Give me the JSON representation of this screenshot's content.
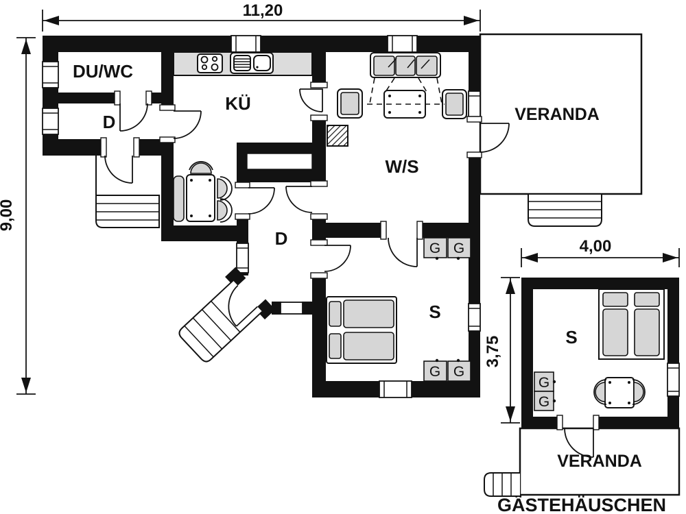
{
  "colors": {
    "wall": "#121212",
    "line": "#121212",
    "furniture_fill": "#d6d6d6",
    "counter_fill": "#dcdcdc",
    "bg": "#ffffff"
  },
  "dimensions": {
    "main_width": "11,20",
    "main_height": "9,00",
    "guest_width": "4,00",
    "guest_height": "3,75"
  },
  "rooms": {
    "shower_wc": "DU/WC",
    "hall_1": "D",
    "kitchen": "KÜ",
    "living_sleeping": "W/S",
    "hall_2": "D",
    "bedroom_main": "S",
    "veranda_main": "VERANDA",
    "bedroom_guest": "S",
    "veranda_guest": "VERANDA"
  },
  "wardrobes": {
    "label": "G"
  },
  "caption": {
    "guest_house": "GÄSTEHÄUSCHEN"
  }
}
